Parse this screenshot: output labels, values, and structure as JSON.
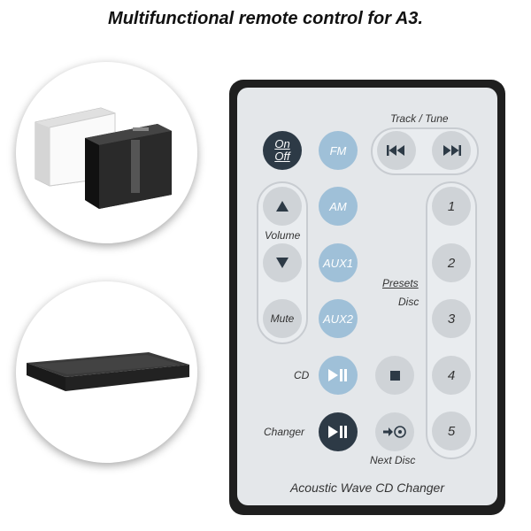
{
  "headline": "Multifunctional remote control for A3.",
  "remote": {
    "track_tune_label": "Track / Tune",
    "onoff_on": "On",
    "onoff_off": "Off",
    "fm": "FM",
    "am": "AM",
    "aux1": "AUX1",
    "aux2": "AUX2",
    "volume_label": "Volume",
    "mute": "Mute",
    "presets_label": "Presets",
    "disc_label": "Disc",
    "cd_label": "CD",
    "changer_label": "Changer",
    "next_disc_label": "Next Disc",
    "brand": "Acoustic Wave CD Changer",
    "presets": [
      "1",
      "2",
      "3",
      "4",
      "5"
    ]
  },
  "icons": {
    "prev": "skip-previous-icon",
    "next": "skip-next-icon",
    "up": "arrow-up-icon",
    "down": "arrow-down-icon",
    "playpause": "play-pause-icon",
    "stop": "stop-icon",
    "nextdisc": "next-disc-icon"
  }
}
